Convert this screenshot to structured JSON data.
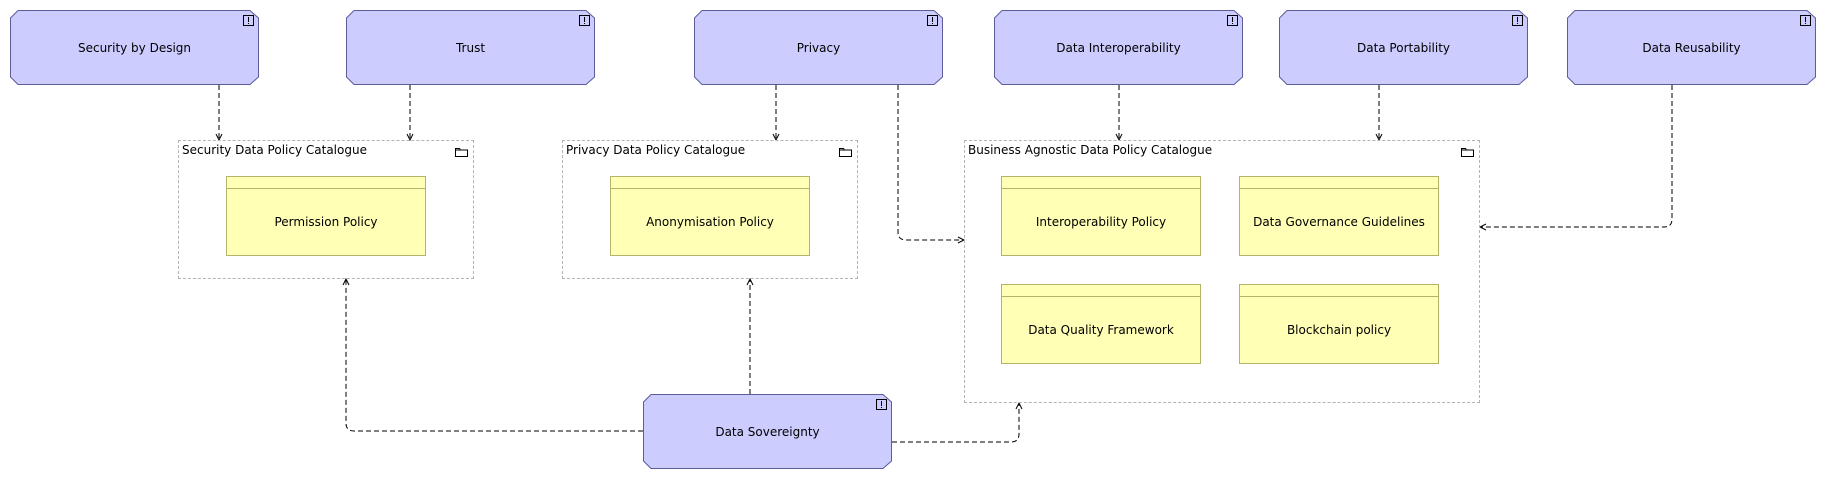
{
  "principles": {
    "security_by_design": "Security by Design",
    "trust": "Trust",
    "privacy": "Privacy",
    "data_interoperability": "Data Interoperability",
    "data_portability": "Data Portability",
    "data_reusability": "Data Reusability",
    "data_sovereignty": "Data Sovereignty"
  },
  "catalogues": {
    "security": {
      "title": "Security Data Policy Catalogue",
      "policies": [
        "Permission Policy"
      ]
    },
    "privacy": {
      "title": "Privacy Data Policy Catalogue",
      "policies": [
        "Anonymisation Policy"
      ]
    },
    "business": {
      "title": "Business Agnostic Data Policy Catalogue",
      "policies": [
        "Interoperability Policy",
        "Data Governance Guidelines",
        "Data Quality Framework",
        "Blockchain policy"
      ]
    }
  },
  "colors": {
    "principle_fill": "#ccccff",
    "principle_stroke": "#5c5c99",
    "policy_fill": "#ffffb5",
    "policy_stroke": "#b3b36b",
    "group_border": "#b3b3b3",
    "connector": "#000000"
  },
  "icons": {
    "principle": "exclamation-box-icon",
    "group": "folder-icon"
  }
}
